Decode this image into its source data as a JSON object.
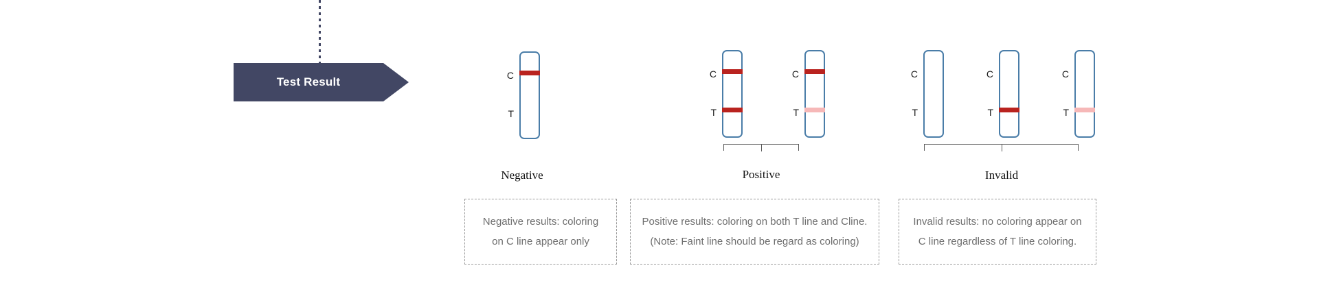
{
  "banner": {
    "label": "Test Result",
    "bg_color": "#424764",
    "text_color": "#ffffff"
  },
  "connector": {
    "style": "dotted",
    "color": "#424764"
  },
  "colors": {
    "strip_border": "#4a7da8",
    "line_solid": "#b9231f",
    "line_faint": "#f6b8b8",
    "caption_text": "#6e6e6e",
    "caption_border": "#9a9a9a",
    "bracket": "#5a5a5a"
  },
  "letters": {
    "control": "C",
    "test": "T"
  },
  "groups": [
    {
      "id": "negative",
      "label": "Negative",
      "has_bracket": false,
      "strips": [
        {
          "id": "negative-strip-1",
          "c_line": "solid",
          "t_line": "none"
        }
      ],
      "caption": {
        "lines": [
          "Negative results: coloring",
          "on C line appear only"
        ]
      }
    },
    {
      "id": "positive",
      "label": "Positive",
      "has_bracket": true,
      "strips": [
        {
          "id": "positive-strip-1",
          "c_line": "solid",
          "t_line": "solid"
        },
        {
          "id": "positive-strip-2",
          "c_line": "solid",
          "t_line": "faint"
        }
      ],
      "caption": {
        "lines": [
          "Positive results: coloring on both T line and Cline.",
          "(Note: Faint line should be regard as coloring)"
        ]
      }
    },
    {
      "id": "invalid",
      "label": "Invalid",
      "has_bracket": true,
      "strips": [
        {
          "id": "invalid-strip-1",
          "c_line": "none",
          "t_line": "none"
        },
        {
          "id": "invalid-strip-2",
          "c_line": "none",
          "t_line": "solid"
        },
        {
          "id": "invalid-strip-3",
          "c_line": "none",
          "t_line": "faint"
        }
      ],
      "caption": {
        "lines": [
          "Invalid results: no coloring appear on",
          "C line regardless of T line coloring."
        ]
      }
    }
  ]
}
